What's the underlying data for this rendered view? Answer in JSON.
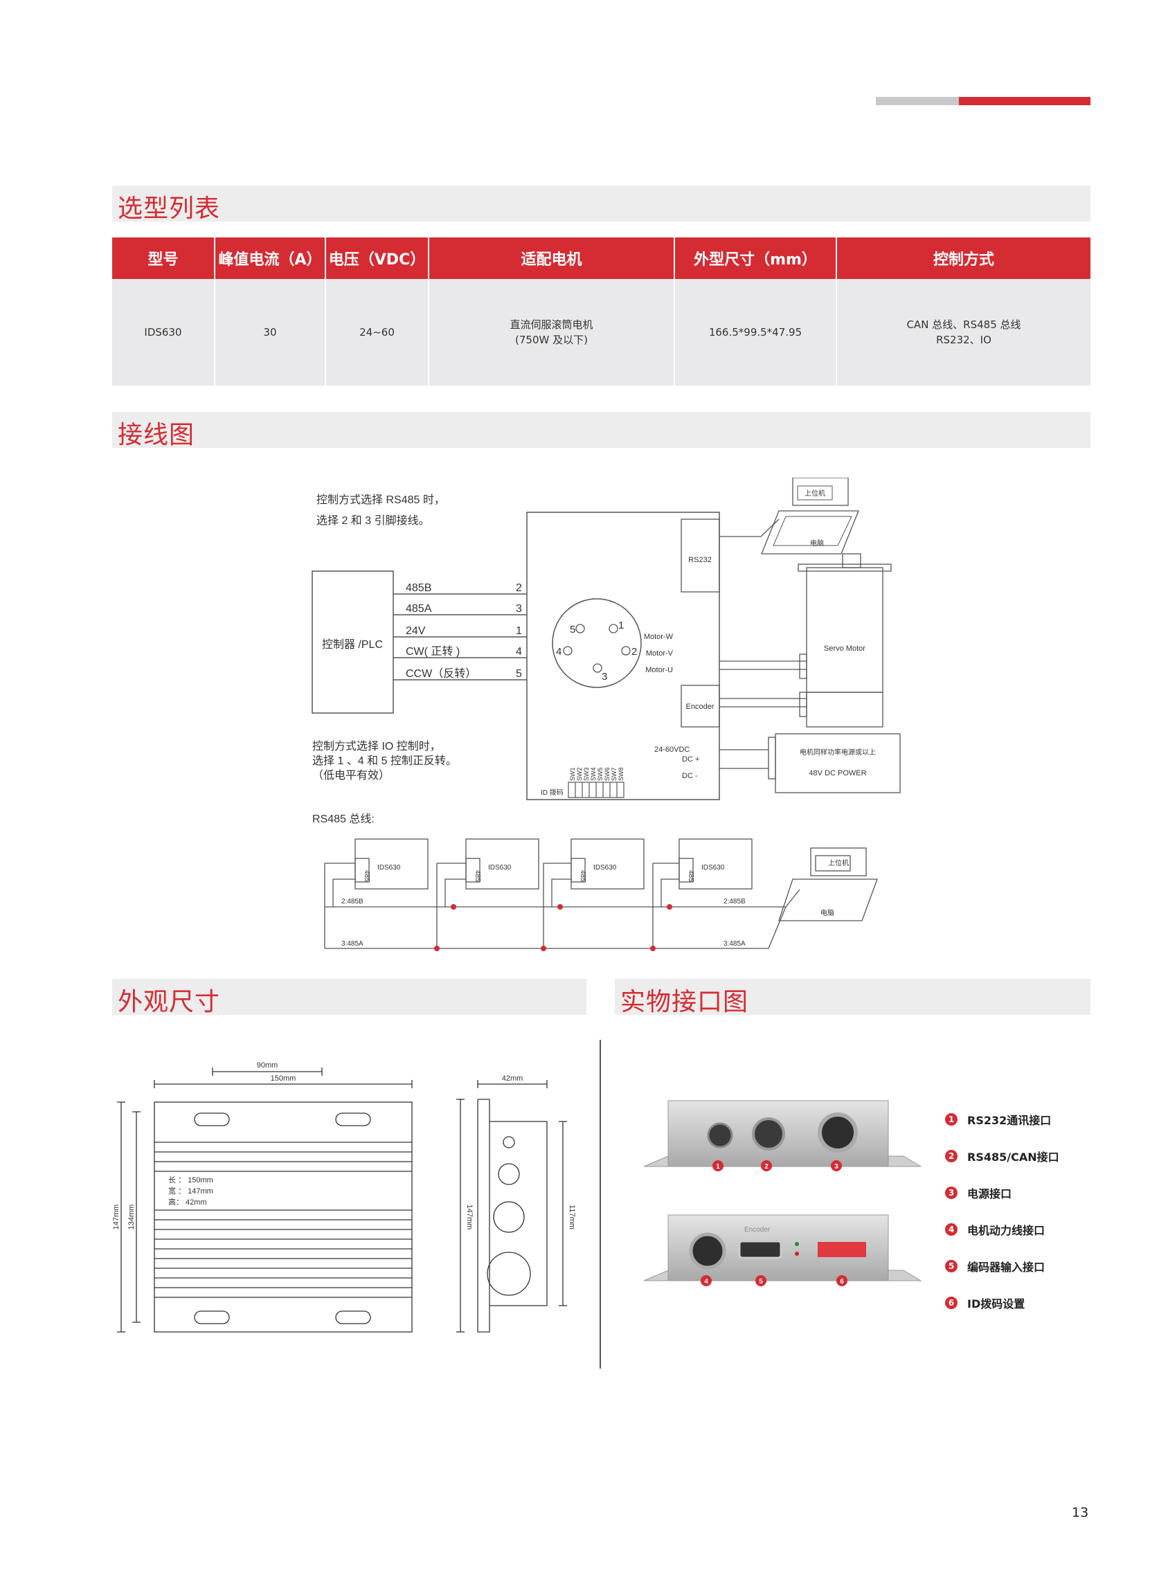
{
  "sections": {
    "selection": "选型列表",
    "wiring": "接线图",
    "dimensions": "外观尺寸",
    "interfaces": "实物接口图"
  },
  "table": {
    "headers": [
      "型号",
      "峰值电流（A）",
      "电压（VDC）",
      "适配电机",
      "外型尺寸（mm）",
      "控制方式"
    ],
    "row": {
      "model": "IDS630",
      "peak_current": "30",
      "voltage": "24~60",
      "motor_line1": "直流伺服滚筒电机",
      "motor_line2": "(750W 及以下)",
      "size": "166.5*99.5*47.95",
      "control_line1": "CAN 总线、RS485 总线",
      "control_line2": "RS232、IO"
    }
  },
  "wiring": {
    "note_rs485_line1": "控制方式选择 RS485 时，",
    "note_rs485_line2": "选择 2 和 3 引脚接线。",
    "controller": "控制器 /PLC",
    "signals": [
      "485B",
      "485A",
      "24V",
      "CW( 正转 )",
      "CCW（反转）"
    ],
    "pins": [
      "2",
      "3",
      "1",
      "4",
      "5"
    ],
    "connector_pins": [
      "5",
      "1",
      "4",
      "2",
      "3"
    ],
    "note_io_line1": "控制方式选择 IO 控制时，",
    "note_io_line2": "选择 1 、4 和 5 控制正反转。",
    "note_io_line3": "（低电平有效）",
    "host": "上位机",
    "pc": "电脑",
    "rs232": "RS232",
    "motor_w": "Motor-W",
    "motor_v": "Motor-V",
    "motor_u": "Motor-U",
    "servo_motor": "Servo Motor",
    "encoder": "Encoder",
    "vdc_range": "24-60VDC",
    "dc_plus": "DC +",
    "dc_minus": "DC -",
    "power_note": "电机同样功率电源或以上",
    "power": "48V DC POWER",
    "id_code": "ID 拨码",
    "switches": [
      "SW1",
      "SW2",
      "SW3",
      "SW4",
      "SW5",
      "SW6",
      "SW7",
      "SW8"
    ],
    "bus_title": "RS485 总线:",
    "bus_port": "485",
    "bus_device": "IDS630",
    "bus_b_left": "2:485B",
    "bus_a_left": "3:485A",
    "bus_b_right": "2:485B",
    "bus_a_right": "3:485A"
  },
  "dimensions": {
    "w90": "90mm",
    "w150": "150mm",
    "w42": "42mm",
    "h147": "147mm",
    "h134": "134mm",
    "h147b": "147mm",
    "h117": "117mm",
    "spec_len": "长 ： 150mm",
    "spec_wid": "宽 ： 147mm",
    "spec_hei": "高：  42mm"
  },
  "photos": {
    "encoder_label": "Encoder"
  },
  "legend": [
    {
      "num": "1",
      "label": "RS232通讯接口"
    },
    {
      "num": "2",
      "label": "RS485/CAN接口"
    },
    {
      "num": "3",
      "label": "电源接口"
    },
    {
      "num": "4",
      "label": "电机动力线接口"
    },
    {
      "num": "5",
      "label": "编码器输入接口"
    },
    {
      "num": "6",
      "label": "ID拨码设置"
    }
  ],
  "page_number": "13",
  "colors": {
    "accent": "#d52b32",
    "section_bg": "#ededed",
    "table_body": "#e9e9eb"
  }
}
